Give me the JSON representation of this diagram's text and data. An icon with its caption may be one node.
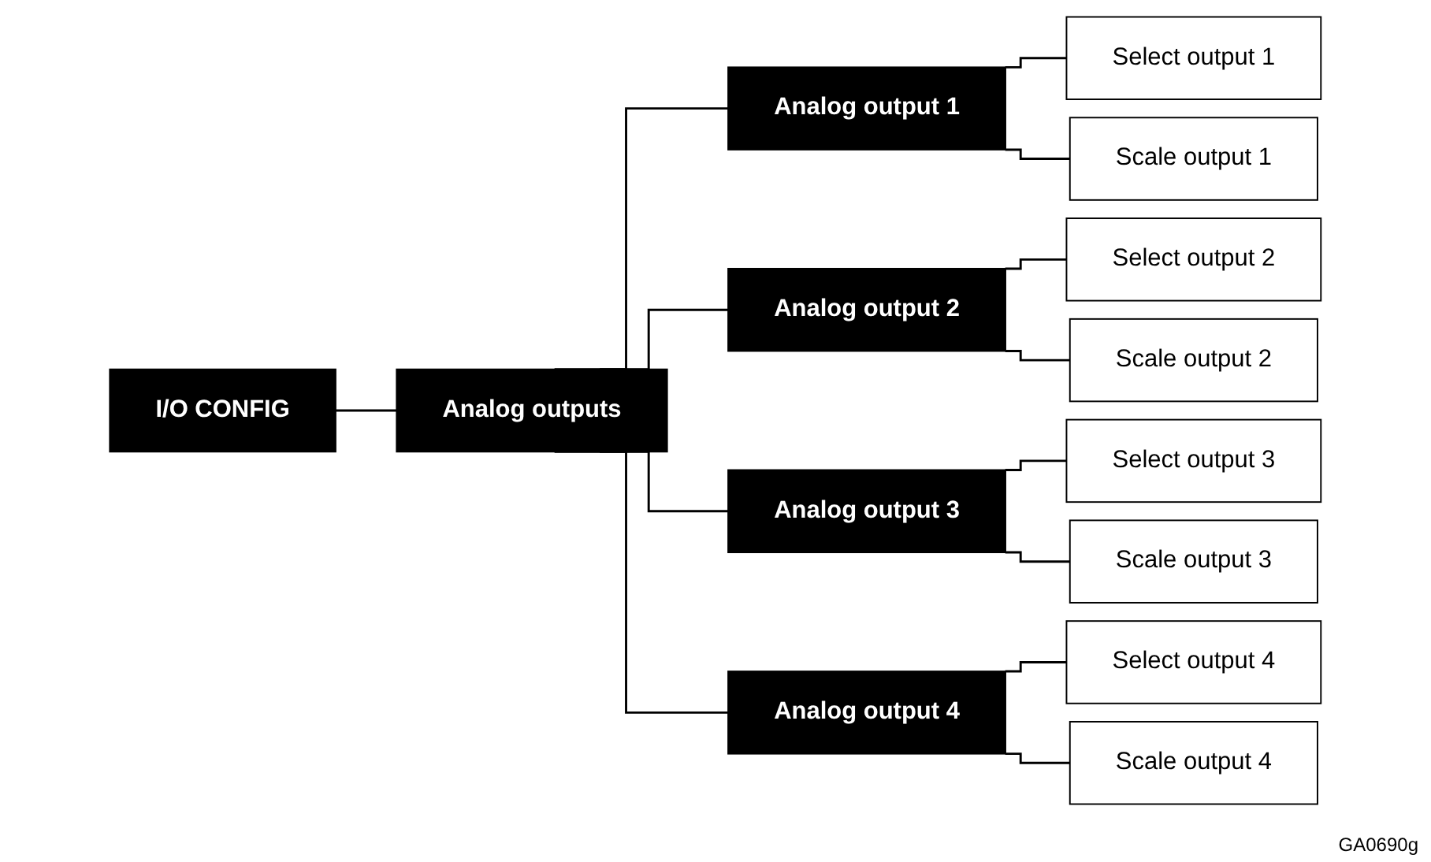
{
  "diagram": {
    "nodes": [
      {
        "text": [
          "I/O CONFIG"
        ]
      },
      {
        "text": [
          "Analog outputs"
        ]
      },
      {
        "text": [
          "Analog output 1"
        ]
      },
      {
        "text": [
          "Select output 1"
        ]
      },
      {
        "text": [
          "Scale output 1"
        ]
      },
      {
        "text": [
          "Analog output 2"
        ]
      },
      {
        "text": [
          "Select output 2"
        ]
      },
      {
        "text": [
          "Scale output 2"
        ]
      },
      {
        "text": [
          "Analog output 3"
        ]
      },
      {
        "text": [
          "Select output 3"
        ]
      },
      {
        "text": [
          "Scale output 3"
        ]
      },
      {
        "text": [
          "Analog output 4"
        ]
      },
      {
        "text": [
          "Select output 4"
        ]
      },
      {
        "text": [
          "Scale output 4"
        ]
      }
    ],
    "edges": [
      {
        "from": 0,
        "to": 1,
        "arrow": "none"
      },
      {
        "from": 1,
        "to": 2,
        "arrow": "none"
      },
      {
        "from": 2,
        "to": 3,
        "arrow": "none"
      },
      {
        "from": 2,
        "to": 4,
        "arrow": "none"
      },
      {
        "from": 1,
        "to": 5,
        "arrow": "none"
      },
      {
        "from": 5,
        "to": 6,
        "arrow": "none"
      },
      {
        "from": 5,
        "to": 7,
        "arrow": "none"
      },
      {
        "from": 1,
        "to": 8,
        "arrow": "none"
      },
      {
        "from": 8,
        "to": 9,
        "arrow": "none"
      },
      {
        "from": 8,
        "to": 10,
        "arrow": "none"
      },
      {
        "from": 1,
        "to": 11,
        "arrow": "none"
      },
      {
        "from": 11,
        "to": 12,
        "arrow": "none"
      },
      {
        "from": 11,
        "to": 13,
        "arrow": "none"
      }
    ],
    "labels": [
      "GA0690g"
    ]
  }
}
